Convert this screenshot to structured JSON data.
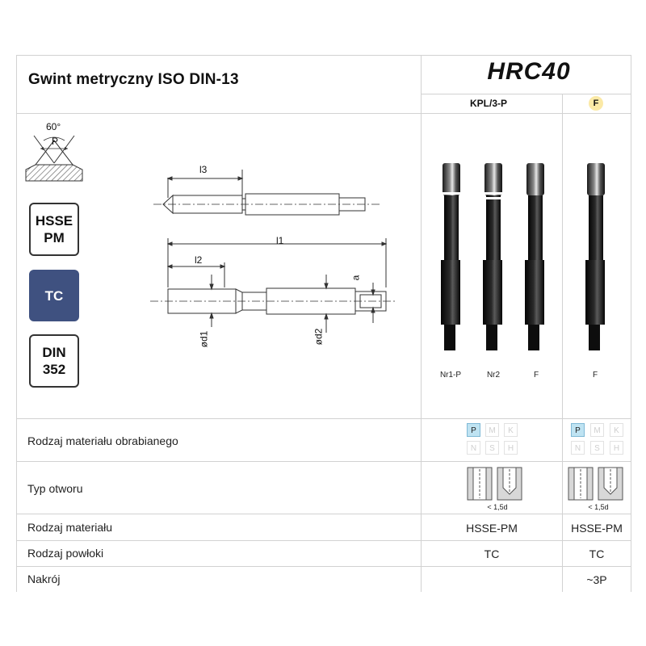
{
  "header": {
    "title": "Gwint metryczny ISO DIN-13",
    "hardness": "HRC40",
    "col_kpl": "KPL/3-P",
    "col_f": "F"
  },
  "badges": {
    "angle": "60°",
    "pitch": "P",
    "material": [
      "HSSE",
      "PM"
    ],
    "coating": "TC",
    "din": [
      "DIN",
      "352"
    ]
  },
  "drawing": {
    "l3": "l3",
    "l1": "l1",
    "l2": "l2",
    "d1": "ød1",
    "d2": "ød2",
    "a": "a"
  },
  "tools": {
    "labels": [
      "Nr1-P",
      "Nr2",
      "F",
      "F"
    ]
  },
  "rows": [
    {
      "label": "Rodzaj materiału obrabianego"
    },
    {
      "label": "Typ otworu",
      "hole_note": "< 1,5d"
    },
    {
      "label": "Rodzaj materiału",
      "kpl": "HSSE-PM",
      "f": "HSSE-PM"
    },
    {
      "label": "Rodzaj powłoki",
      "kpl": "TC",
      "f": "TC"
    },
    {
      "label": "Nakrój",
      "kpl": "",
      "f": "~3P"
    }
  ],
  "materials": {
    "top": [
      "P",
      "M",
      "K"
    ],
    "bottom": [
      "N",
      "S",
      "H"
    ],
    "active": "P"
  },
  "colors": {
    "coating_box": "#3f5180",
    "material_active": "#bfe3f2",
    "f_badge": "#fbe9a6"
  }
}
